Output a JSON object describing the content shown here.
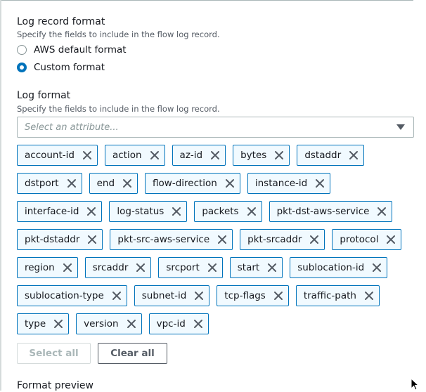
{
  "log_record_format": {
    "label": "Log record format",
    "description": "Specify the fields to include in the flow log record.",
    "options": [
      {
        "label": "AWS default format",
        "checked": false
      },
      {
        "label": "Custom format",
        "checked": true
      }
    ]
  },
  "log_format": {
    "label": "Log format",
    "description": "Specify the fields to include in the flow log record.",
    "select_placeholder": "Select an attribute...",
    "tag_rows": [
      [
        "account-id",
        "action",
        "az-id",
        "bytes",
        "dstaddr"
      ],
      [
        "dstport",
        "end",
        "flow-direction",
        "instance-id"
      ],
      [
        "interface-id",
        "log-status",
        "packets",
        "pkt-dst-aws-service"
      ],
      [
        "pkt-dstaddr",
        "pkt-src-aws-service",
        "pkt-srcaddr",
        "protocol"
      ],
      [
        "region",
        "srcaddr",
        "srcport",
        "start",
        "sublocation-id"
      ],
      [
        "sublocation-type",
        "subnet-id",
        "tcp-flags",
        "traffic-path"
      ],
      [
        "type",
        "version",
        "vpc-id"
      ]
    ],
    "select_all_label": "Select all",
    "clear_all_label": "Clear all"
  },
  "format_preview": {
    "label": "Format preview"
  },
  "colors": {
    "accent": "#0073bb",
    "tag_bg": "#f1faff",
    "text": "#16191f",
    "muted": "#545b64"
  },
  "icons": {
    "remove": "close-icon",
    "dropdown": "caret-down-icon"
  }
}
